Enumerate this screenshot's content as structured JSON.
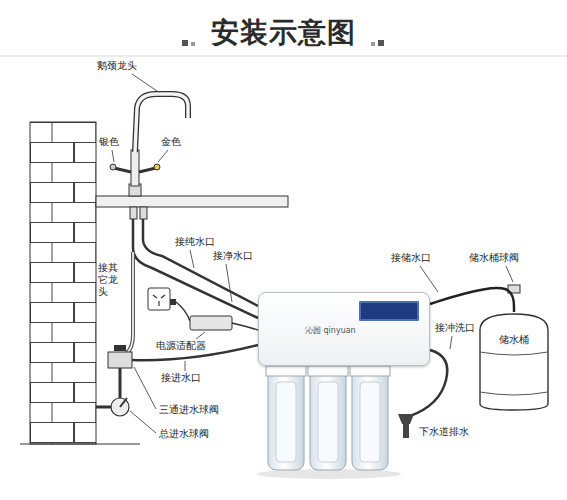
{
  "diagram": {
    "title": "安装示意图",
    "nodes": [
      {
        "text": [
          "沁园 qinyuan"
        ]
      },
      {
        "text": [
          "储水桶"
        ]
      }
    ],
    "edges": [
      {
        "from": 0,
        "to": 1,
        "arrow": "none"
      }
    ],
    "labels": [
      "鹅颈龙头",
      "银色",
      "金色",
      "接纯水口",
      "接净水口",
      "接其它龙头",
      "电源适配器",
      "接进水口",
      "三通进水球阀",
      "总进水球阀",
      "接储水口",
      "储水桶球阀",
      "接冲洗口",
      "下水道排水"
    ]
  }
}
